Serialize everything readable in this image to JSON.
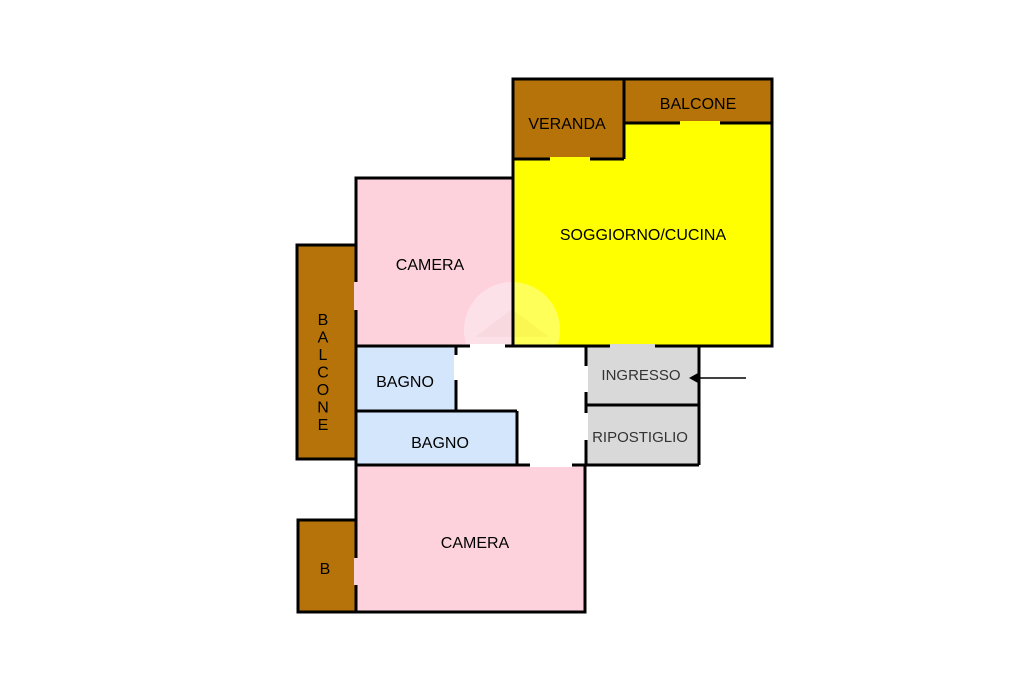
{
  "colors": {
    "balcony": "#b57309",
    "bedroom": "#fdd2dc",
    "bathroom": "#d4e6fb",
    "living_kitchen": "#ffff00",
    "service": "#d9d9d9",
    "corridor": "#ffffff",
    "walls": "#000000"
  },
  "rooms": {
    "veranda": "VERANDA",
    "balcone_top": "BALCONE",
    "soggiorno": "SOGGIORNO/CUCINA",
    "camera_top": "CAMERA",
    "balcone_left": "BALCONE",
    "bagno_1": "BAGNO",
    "bagno_2": "BAGNO",
    "ingresso": "INGRESSO",
    "ripostiglio": "RIPOSTIGLIO",
    "camera_bottom": "CAMERA",
    "balcone_small": "B"
  },
  "entrance_arrow": "arrow-left-icon",
  "watermark": "house-logo-watermark"
}
